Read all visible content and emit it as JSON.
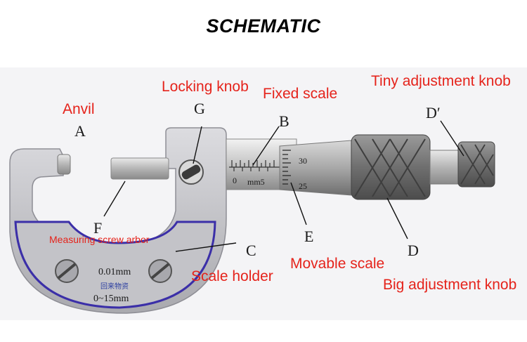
{
  "title": "SCHEMATIC",
  "parts": {
    "anvil": {
      "letter": "A",
      "label": "Anvil"
    },
    "locking_knob": {
      "letter": "G",
      "label": "Locking knob"
    },
    "fixed_scale": {
      "letter": "B",
      "label": "Fixed scale"
    },
    "tiny_knob": {
      "letter": "D′",
      "label": "Tiny adjustment knob"
    },
    "screw_arbor": {
      "letter": "F",
      "label": "Measuring screw arbor"
    },
    "scale_holder": {
      "letter": "C",
      "label": "Scale holder"
    },
    "movable_scale": {
      "letter": "E",
      "label": "Movable scale"
    },
    "big_knob": {
      "letter": "D",
      "label": "Big adjustment knob"
    }
  },
  "frame_text": {
    "resolution": "0.01mm",
    "range": "0~15mm",
    "brand": "回来物资"
  },
  "scale_numbers": {
    "fixed_zero": "0",
    "fixed_unit": "mm5",
    "thimble_upper": "30",
    "thimble_lower": "25"
  },
  "colors": {
    "label": "#e5231b",
    "frame_border": "#3b2fa8",
    "frame": "#bfbfc3"
  }
}
